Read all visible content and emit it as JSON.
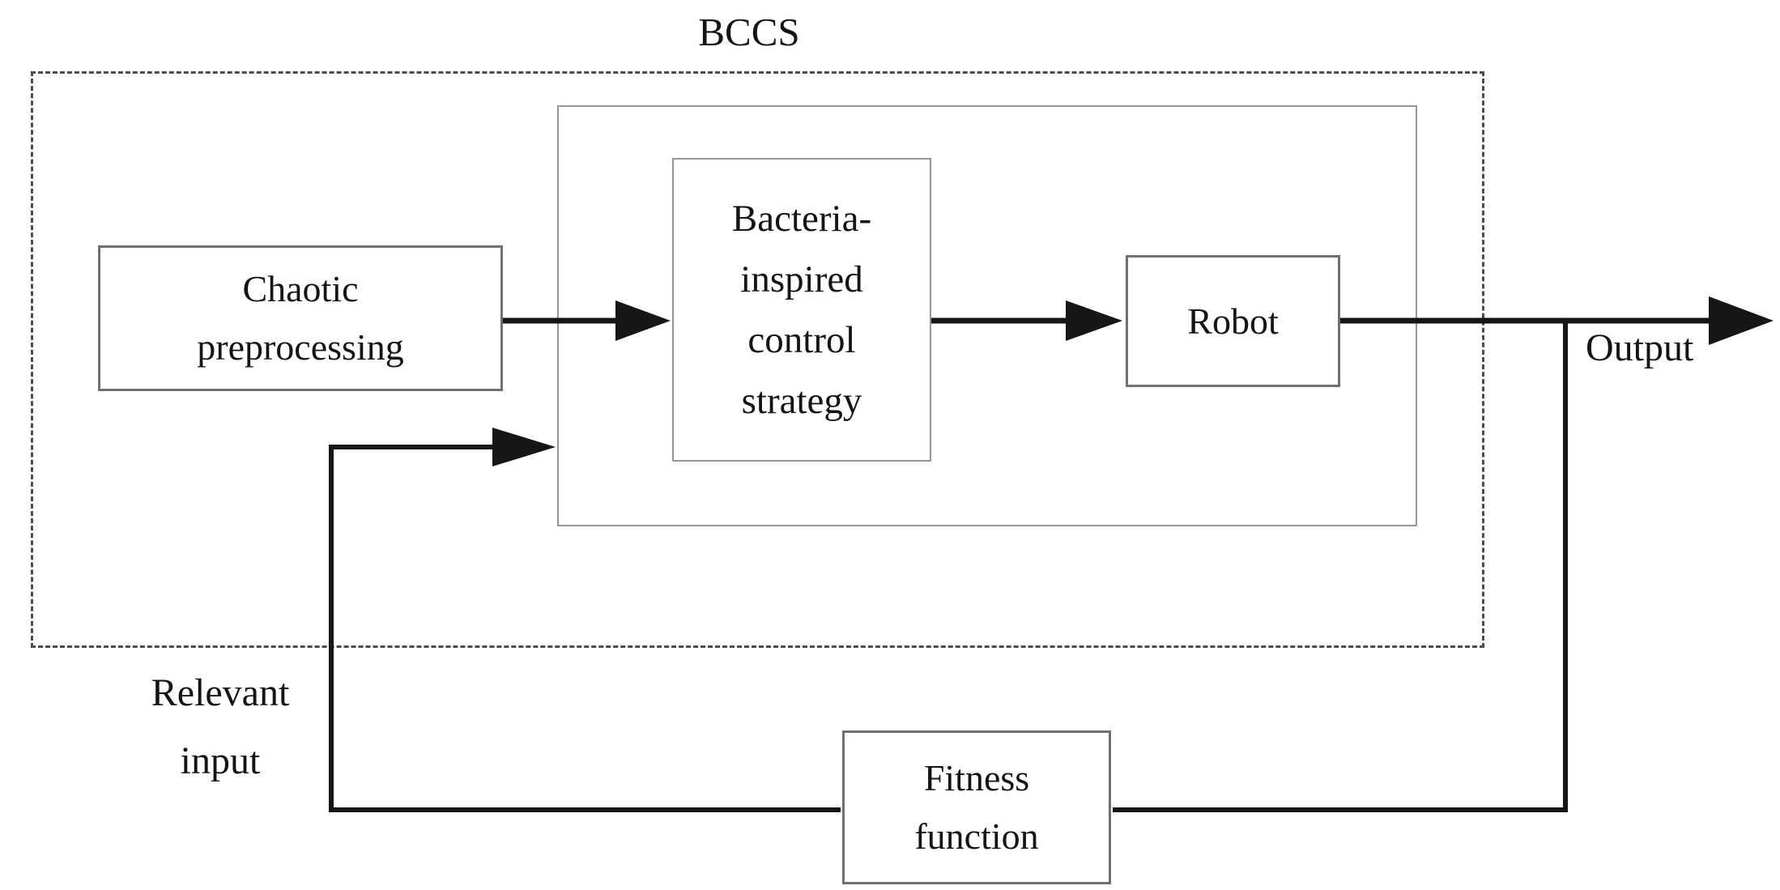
{
  "title": "BCCS",
  "boxes": {
    "chaotic": {
      "lines": [
        "Chaotic",
        "preprocessing"
      ]
    },
    "bacteria": {
      "lines": [
        "Bacteria-",
        "inspired",
        "control",
        "strategy"
      ]
    },
    "robot": {
      "lines": [
        "Robot"
      ]
    },
    "fitness": {
      "lines": [
        "Fitness",
        "function"
      ]
    }
  },
  "labels": {
    "output": "Output",
    "relevant_input": {
      "lines": [
        "Relevant",
        "input"
      ]
    }
  },
  "colors": {
    "background": "#ffffff",
    "text": "#141414",
    "line": "#161616",
    "box_border": "#6f6f6f",
    "subsystem_border": "#949494",
    "dashed_border": "#4d4d4d"
  }
}
